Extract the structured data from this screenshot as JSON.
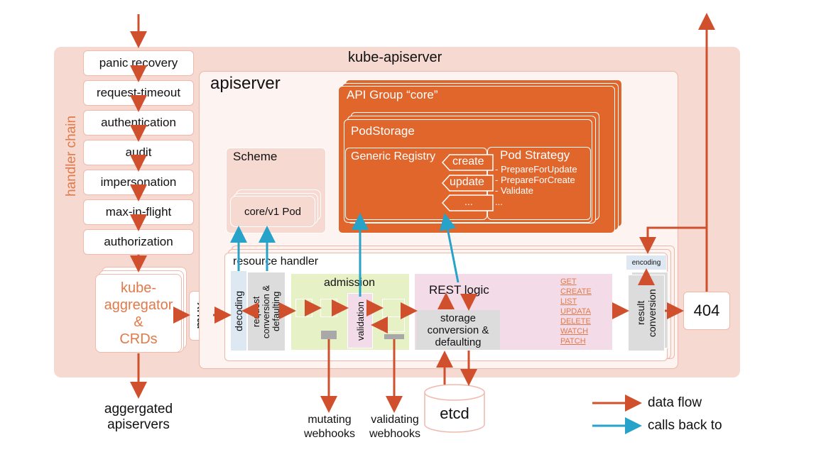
{
  "kube_apiserver": {
    "title": "kube-apiserver"
  },
  "handler_chain": {
    "label": "handler chain",
    "items": [
      "panic recovery",
      "request-timeout",
      "authentication",
      "audit",
      "impersonation",
      "max-in-flight",
      "authorization"
    ]
  },
  "aggregator": {
    "line1": "kube-",
    "line2": "aggregator",
    "line3": "&",
    "line4": "CRDs"
  },
  "mux": "mux",
  "apiserver": {
    "title": "apiserver"
  },
  "api_group": {
    "title": "API Group  “core”",
    "pod_storage": "PodStorage",
    "generic_registry": "Generic Registry",
    "verbs": [
      "create",
      "update",
      "..."
    ],
    "pod_strategy": {
      "title": "Pod Strategy",
      "items": [
        "- PrepareForUpdate",
        "- PrepareForCreate",
        "- Validate",
        "..."
      ]
    }
  },
  "scheme": {
    "title": "Scheme",
    "item": "core/v1 Pod"
  },
  "resource_handler": {
    "title": "resource handler",
    "decoding": "decoding",
    "request_conversion": "request conversion & defaulting",
    "admission": "admission",
    "validation": "validation",
    "rest_logic": "REST logic",
    "storage_conversion": [
      "storage",
      "conversion &",
      "defaulting"
    ],
    "verbs": [
      "GET",
      "CREATE",
      "LIST",
      "UPDATA",
      "DELETE",
      "WATCH",
      "PATCH"
    ],
    "encoding": "encoding",
    "result_conversion": "result conversion"
  },
  "not_found": "404",
  "etcd": "etcd",
  "external": {
    "aggregated": [
      "aggergated",
      "apiservers"
    ],
    "mutating": [
      "mutating",
      "webhooks"
    ],
    "validating": [
      "validating",
      "webhooks"
    ]
  },
  "legend": {
    "data_flow": "data flow",
    "calls_back": "calls back to"
  },
  "colors": {
    "arrow_red": "#d0502e",
    "arrow_blue": "#27a2c8",
    "orange": "#e0662c",
    "panel": "#f6d9d0"
  }
}
